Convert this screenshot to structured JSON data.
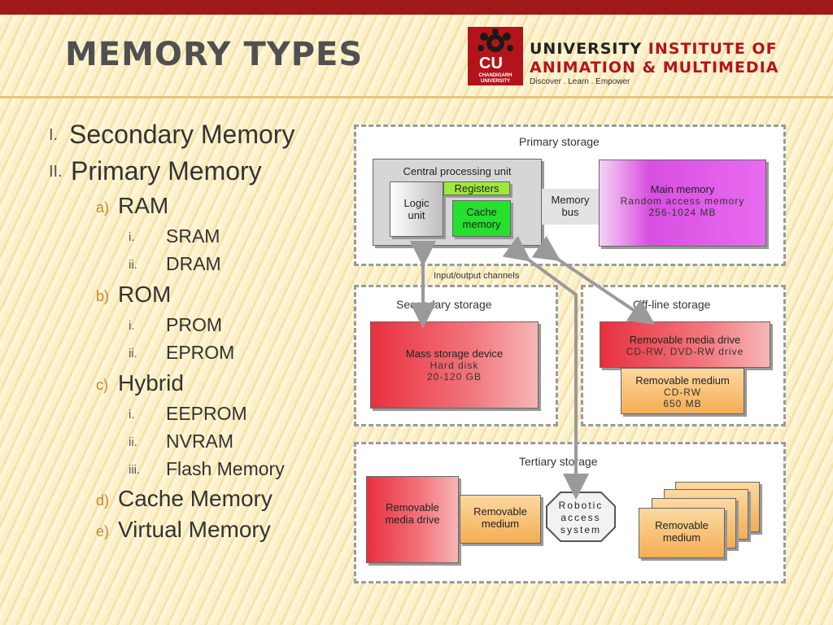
{
  "slide": {
    "title": "MEMORY TYPES",
    "logo": {
      "badge": "CU",
      "badge_sub": "CHANDIGARH UNIVERSITY",
      "line1_a": "UNIVERSITY",
      "line1_b": " INSTITUTE OF",
      "line2": "ANIMATION & MULTIMEDIA",
      "tagline": "Discover . Learn . Empower"
    }
  },
  "outline": [
    {
      "marker": "I.",
      "text": "Secondary Memory"
    },
    {
      "marker": "II.",
      "text": "Primary Memory"
    },
    {
      "marker": "a)",
      "text": "RAM"
    },
    {
      "marker": "i.",
      "text": "SRAM"
    },
    {
      "marker": "ii.",
      "text": "DRAM"
    },
    {
      "marker": "b)",
      "text": "ROM"
    },
    {
      "marker": "i.",
      "text": "PROM"
    },
    {
      "marker": "ii.",
      "text": "EPROM"
    },
    {
      "marker": "c)",
      "text": "Hybrid"
    },
    {
      "marker": "i.",
      "text": "EEPROM"
    },
    {
      "marker": "ii.",
      "text": "NVRAM"
    },
    {
      "marker": "iii.",
      "text": "Flash Memory"
    },
    {
      "marker": "d)",
      "text": "Cache Memory"
    },
    {
      "marker": "e)",
      "text": "Virtual Memory"
    }
  ],
  "diagram": {
    "primary": {
      "title": "Primary storage",
      "cpu": "Central processing unit",
      "logic": "Logic unit",
      "registers": "Registers",
      "cache": "Cache memory",
      "bus": "Memory bus",
      "main_title": "Main memory",
      "main_sub1": "Random access memory",
      "main_sub2": "256-1024 MB"
    },
    "io_label": "Input/output channels",
    "secondary": {
      "title": "Secondary storage",
      "device": "Mass storage device",
      "sub1": "Hard disk",
      "sub2": "20-120 GB"
    },
    "offline": {
      "title": "Off-line storage",
      "drive": "Removable media drive",
      "drive_sub": "CD-RW, DVD-RW drive",
      "medium": "Removable medium",
      "medium_sub1": "CD-RW",
      "medium_sub2": "650 MB"
    },
    "tertiary": {
      "title": "Tertiary storage",
      "drive": "Removable media drive",
      "medium": "Removable medium",
      "robotic": "Robotic access system",
      "stack_medium": "Removable medium"
    }
  }
}
